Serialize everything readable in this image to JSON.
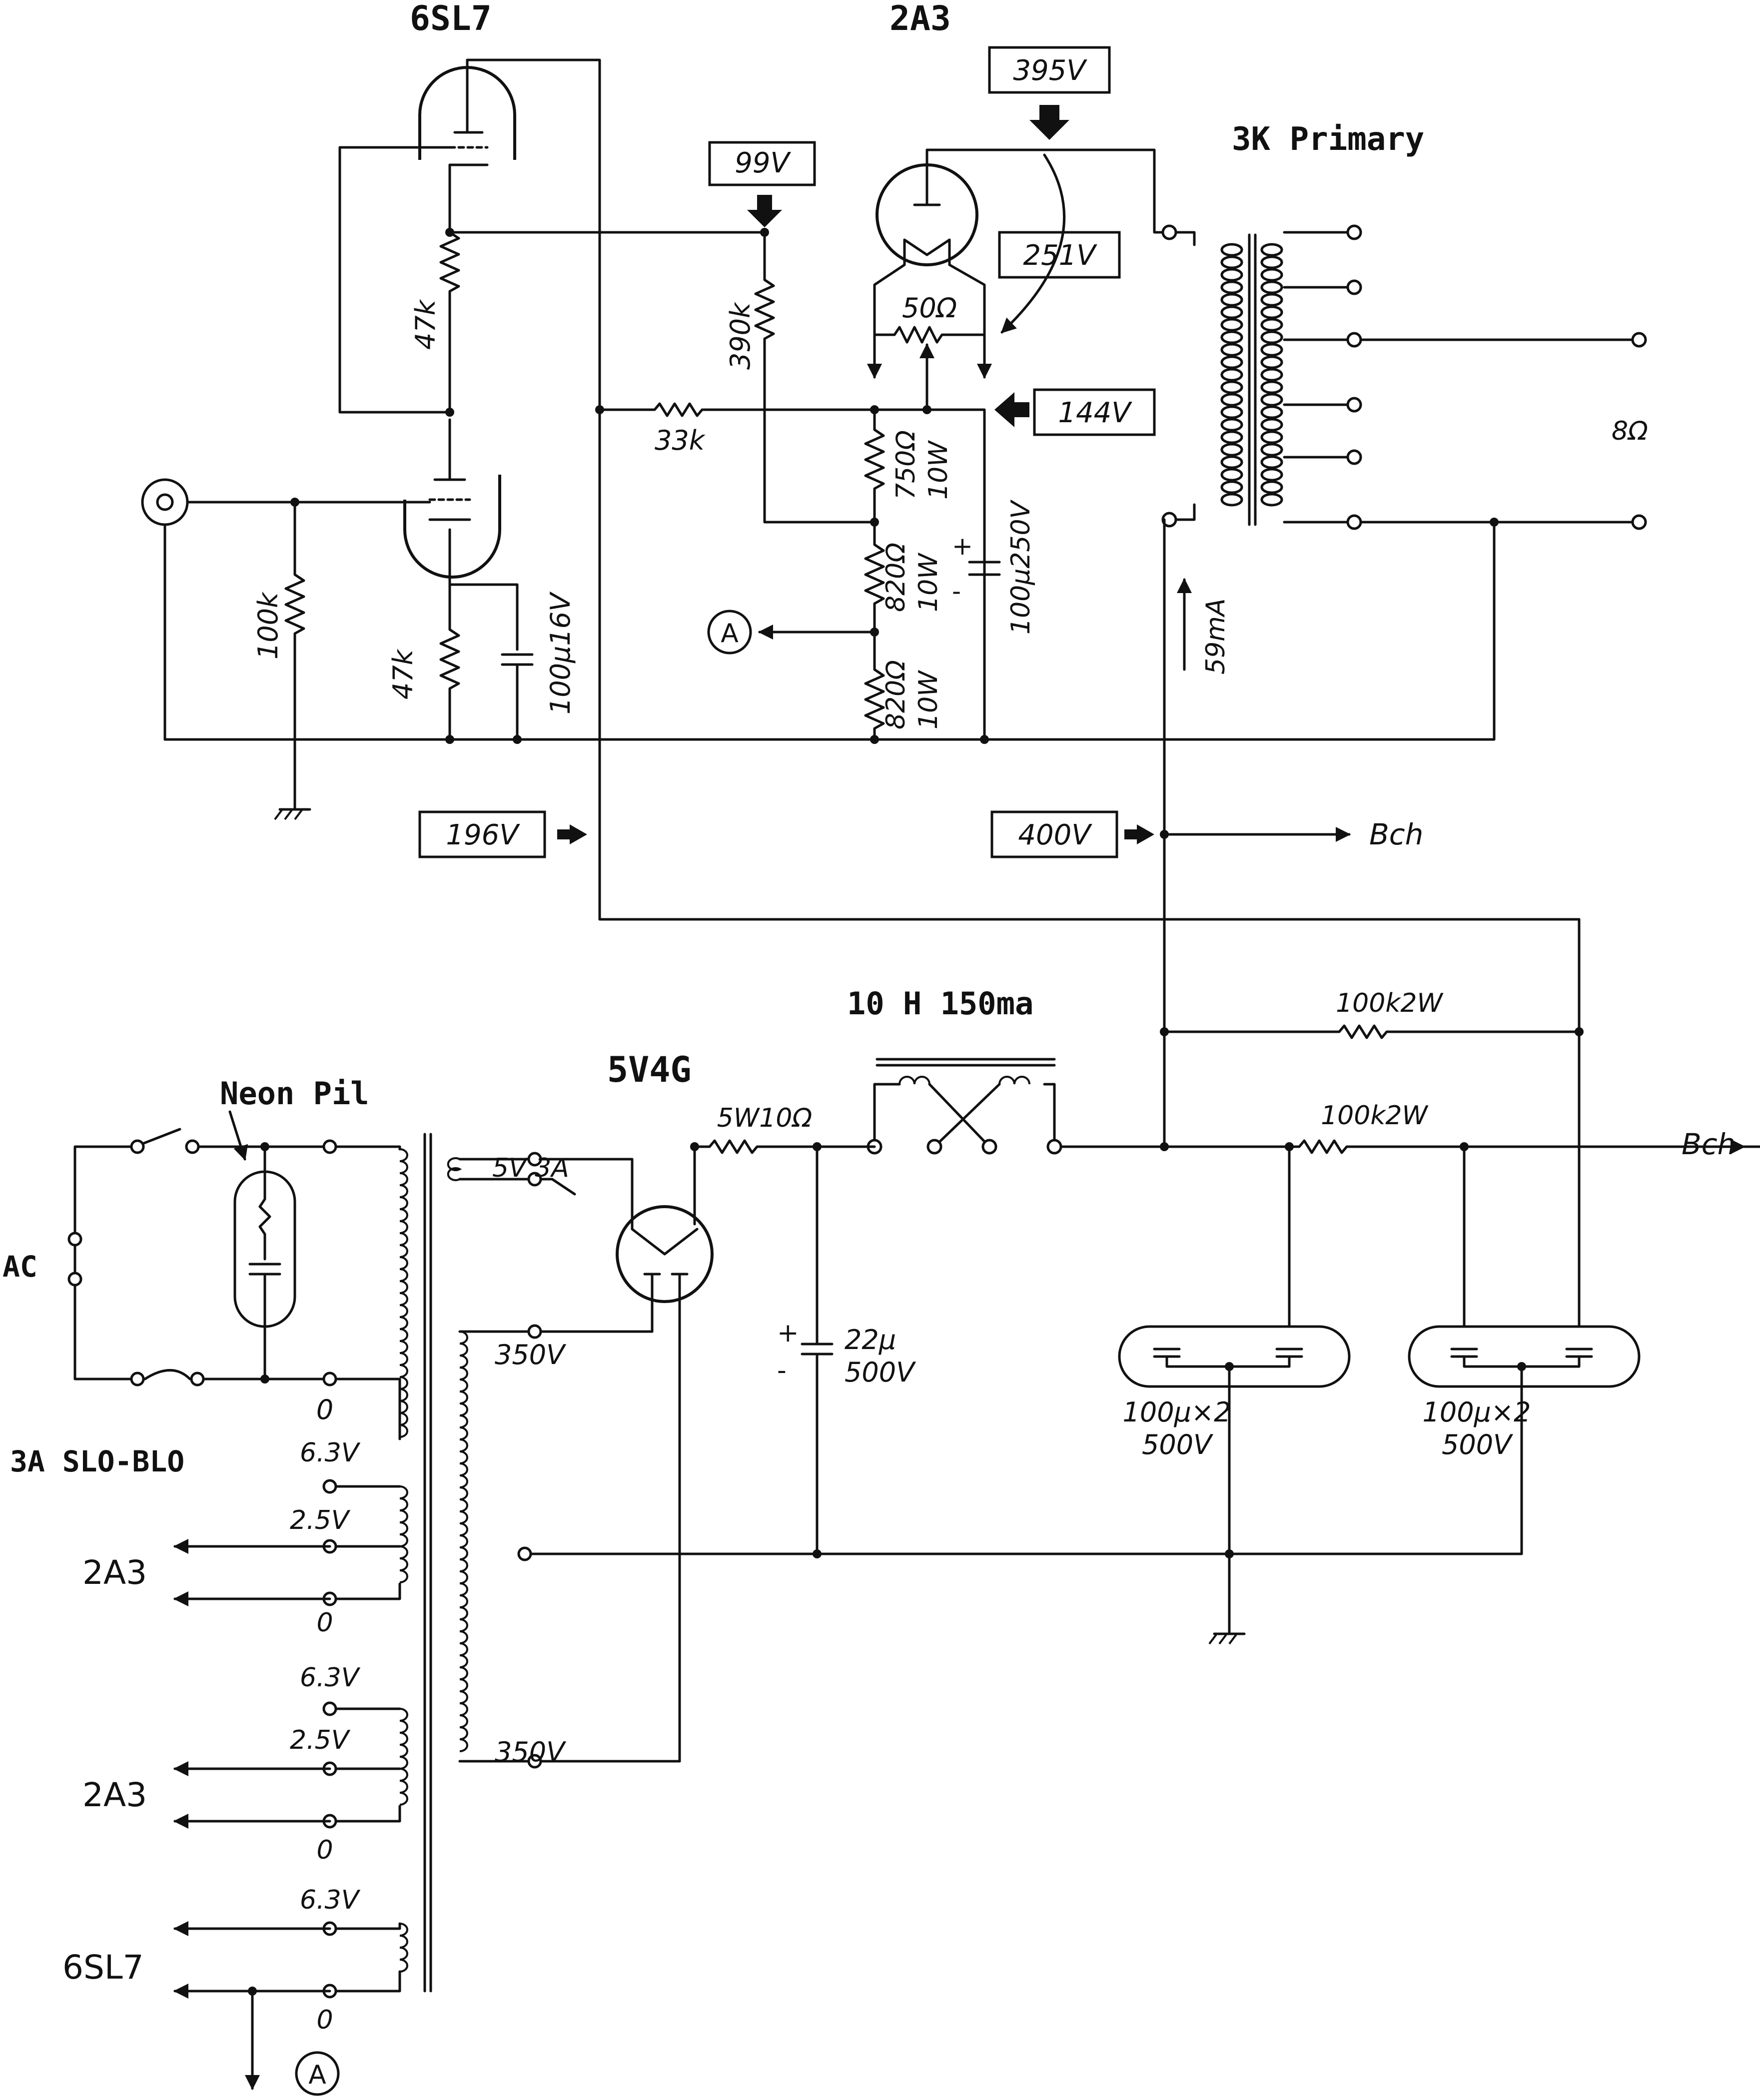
{
  "tubes": {
    "driver": "6SL7",
    "output": "2A3",
    "rectifier": "5V4G"
  },
  "transformer_label": "3K Primary",
  "choke_label": "10 H 150ma",
  "neon_label": "Neon Pil",
  "fuse_label": "3A SLO-BLO",
  "ac_label": "AC",
  "voltages": {
    "v395": "395V",
    "v99": "99V",
    "v251": "251V",
    "v144": "144V",
    "v196": "196V",
    "v400": "400V",
    "current": "59mA"
  },
  "components": {
    "r47k_top": "47k",
    "r47k_bottom": "47k",
    "r390k": "390k",
    "r33k": "33k",
    "r100k_grid": "100k",
    "r50": "50Ω",
    "r750": "750Ω",
    "r750_w": "10W",
    "r820a": "820Ω",
    "r820a_w": "10W",
    "r820b": "820Ω",
    "r820b_w": "10W",
    "c_cathode": "100μ16V",
    "c_bypass": "100μ250V",
    "r_5w": "5W10Ω",
    "c22_value": "22μ",
    "c22_voltage": "500V",
    "r100k2w_a": "100k2W",
    "r100k2w_b": "100k2W",
    "c_block1_value": "100μ×2",
    "c_block1_voltage": "500V",
    "c_block2_value": "100μ×2",
    "c_block2_voltage": "500V",
    "load": "8Ω",
    "bch_1": "Bch",
    "bch_2": "Bch",
    "node_a": "A",
    "node_a2": "A"
  },
  "secondary": {
    "hv_top": "350V",
    "hv_bottom": "350V",
    "rect_fil": "5V 3A",
    "primary_zero": "0",
    "w1_high": "6.3V",
    "w1_mid": "2.5V",
    "w1_zero": "0",
    "w1_tube": "2A3",
    "w2_high": "6.3V",
    "w2_mid": "2.5V",
    "w2_zero": "0",
    "w2_tube": "2A3",
    "w3_high": "6.3V",
    "w3_zero": "0",
    "w3_tube": "6SL7"
  }
}
